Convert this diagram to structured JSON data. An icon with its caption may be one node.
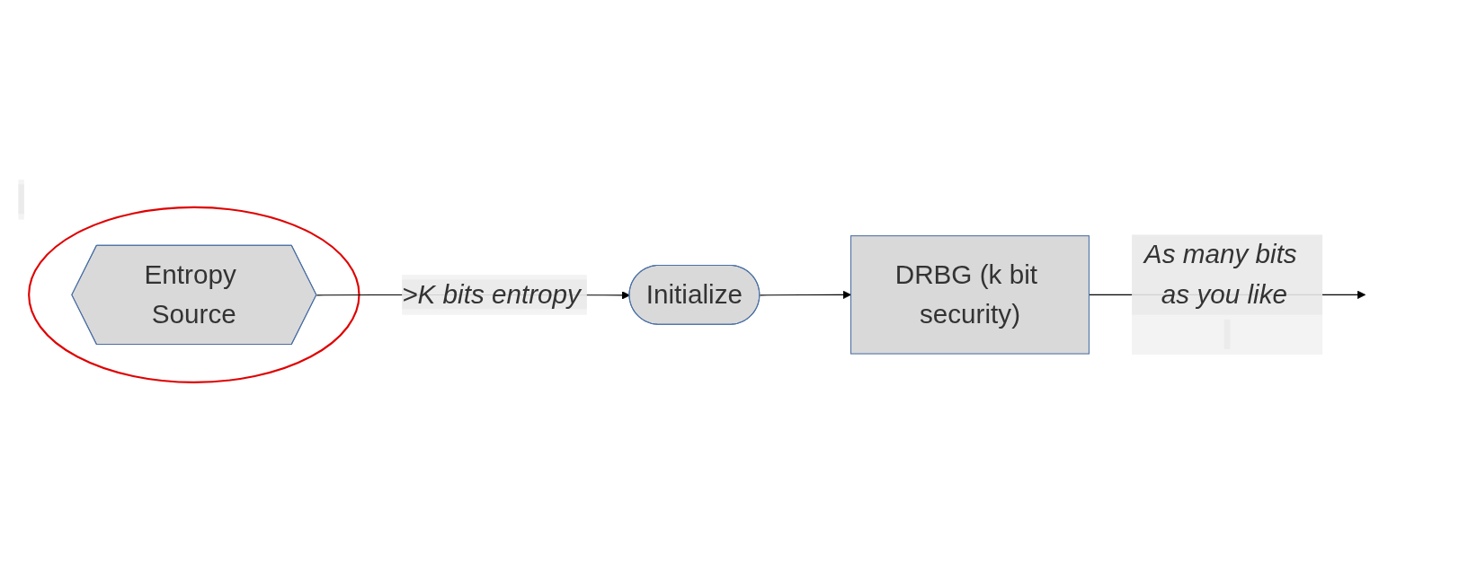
{
  "diagram": {
    "nodes": [
      {
        "text": [],
        "shape": "circle"
      },
      {
        "text": [
          "Entropy Source"
        ],
        "in": 0
      },
      {
        "text": [
          "Initialize"
        ]
      },
      {
        "text": [
          "DRBG (k bit security)"
        ]
      }
    ],
    "edges": [
      {
        "from": 1,
        "to": 2,
        "arrow": "to",
        "label": ">K bits entropy"
      },
      {
        "from": 2,
        "to": 3,
        "arrow": "to"
      },
      {
        "from": 3,
        "to": null,
        "arrow": "to",
        "label": "As many bits as you like"
      }
    ]
  }
}
